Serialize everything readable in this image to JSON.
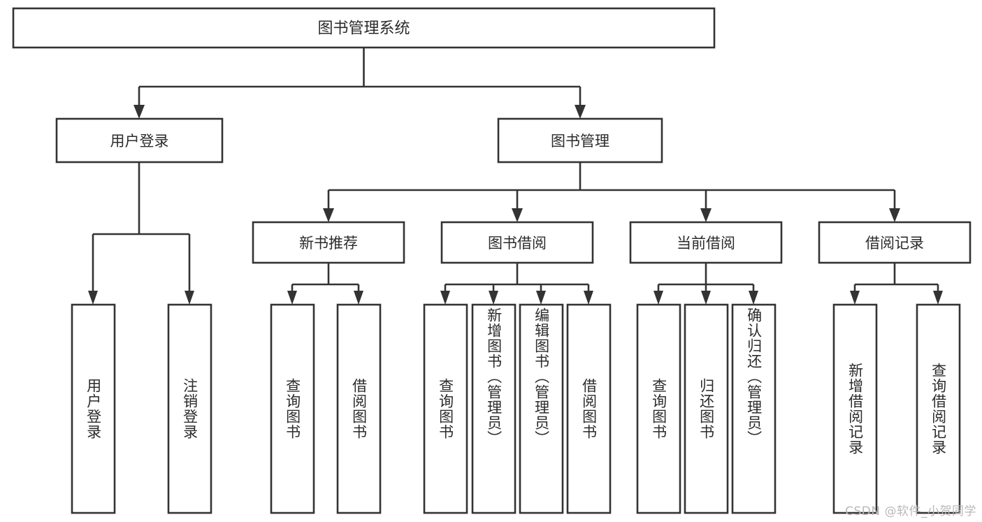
{
  "diagram": {
    "title_node": {
      "label": "图书管理系统"
    },
    "level1": [
      {
        "id": "user-login",
        "label": "用户登录"
      },
      {
        "id": "book-management",
        "label": "图书管理"
      }
    ],
    "level2": [
      {
        "id": "new-book-recommend",
        "label": "新书推荐"
      },
      {
        "id": "book-borrow",
        "label": "图书借阅"
      },
      {
        "id": "current-borrow",
        "label": "当前借阅"
      },
      {
        "id": "borrow-record",
        "label": "借阅记录"
      }
    ],
    "leaves": [
      {
        "id": "leaf-user-login",
        "label": "用户登录"
      },
      {
        "id": "leaf-logout-login",
        "label": "注销登录"
      },
      {
        "id": "leaf-query-book-1",
        "label": "查询图书"
      },
      {
        "id": "leaf-borrow-book-1",
        "label": "借阅图书"
      },
      {
        "id": "leaf-query-book-2",
        "label": "查询图书"
      },
      {
        "id": "leaf-add-book-admin",
        "label": "新增图书（管理员）"
      },
      {
        "id": "leaf-edit-book-admin",
        "label": "编辑图书（管理员）"
      },
      {
        "id": "leaf-borrow-book-2",
        "label": "借阅图书"
      },
      {
        "id": "leaf-query-book-3",
        "label": "查询图书"
      },
      {
        "id": "leaf-return-book",
        "label": "归还图书"
      },
      {
        "id": "leaf-confirm-return-admin",
        "label": "确认归还（管理员）"
      },
      {
        "id": "leaf-add-borrow-record",
        "label": "新增借阅记录"
      },
      {
        "id": "leaf-query-borrow-record",
        "label": "查询借阅记录"
      }
    ],
    "watermark": "CSDN @软件_小贺同学",
    "colors": {
      "stroke": "#333333",
      "box_fill": "#ffffff",
      "text": "#2b2b2b",
      "background": "#ffffff",
      "watermark": "#b9b9b9"
    }
  }
}
